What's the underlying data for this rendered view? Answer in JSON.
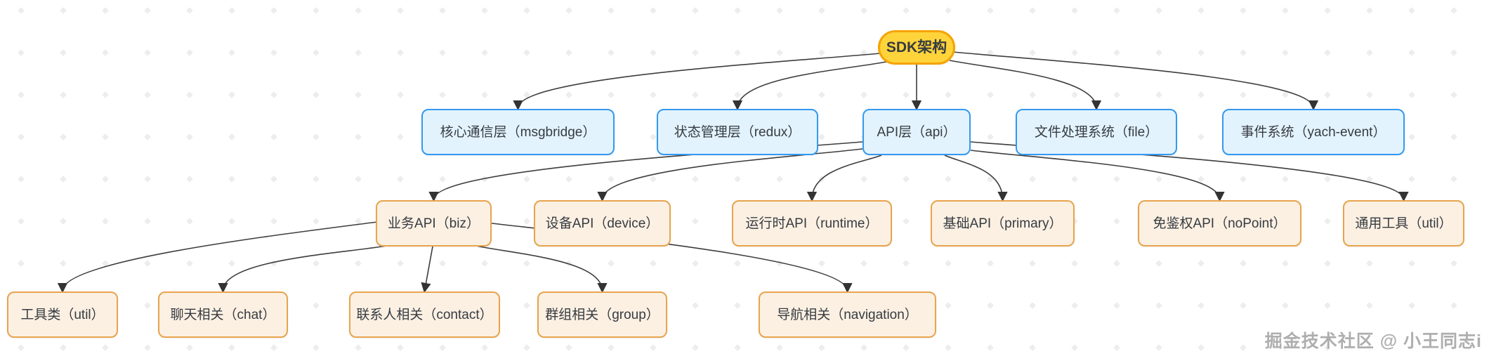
{
  "diagram": {
    "nodes": [
      {
        "id": "root",
        "label": "SDK架构",
        "level": 0
      },
      {
        "id": "msgbridge",
        "label": "核心通信层（msgbridge）",
        "level": 1
      },
      {
        "id": "redux",
        "label": "状态管理层（redux）",
        "level": 1
      },
      {
        "id": "api",
        "label": "API层（api）",
        "level": 1
      },
      {
        "id": "file",
        "label": "文件处理系统（file）",
        "level": 1
      },
      {
        "id": "yach-event",
        "label": "事件系统（yach-event）",
        "level": 1
      },
      {
        "id": "biz",
        "label": "业务API（biz）",
        "level": 2
      },
      {
        "id": "device",
        "label": "设备API（device）",
        "level": 2
      },
      {
        "id": "runtime",
        "label": "运行时API（runtime）",
        "level": 2
      },
      {
        "id": "primary",
        "label": "基础API（primary）",
        "level": 2
      },
      {
        "id": "noPoint",
        "label": "免鉴权API（noPoint）",
        "level": 2
      },
      {
        "id": "util-tools",
        "label": "通用工具（util）",
        "level": 2
      },
      {
        "id": "util-class",
        "label": "工具类（util）",
        "level": 3
      },
      {
        "id": "chat",
        "label": "聊天相关（chat）",
        "level": 3
      },
      {
        "id": "contact",
        "label": "联系人相关（contact）",
        "level": 3
      },
      {
        "id": "group",
        "label": "群组相关（group）",
        "level": 3
      },
      {
        "id": "navigation",
        "label": "导航相关（navigation）",
        "level": 3
      }
    ],
    "edges": [
      {
        "from": "root",
        "to": "msgbridge"
      },
      {
        "from": "root",
        "to": "redux"
      },
      {
        "from": "root",
        "to": "api"
      },
      {
        "from": "root",
        "to": "file"
      },
      {
        "from": "root",
        "to": "yach-event"
      },
      {
        "from": "api",
        "to": "biz"
      },
      {
        "from": "api",
        "to": "device"
      },
      {
        "from": "api",
        "to": "runtime"
      },
      {
        "from": "api",
        "to": "primary"
      },
      {
        "from": "api",
        "to": "noPoint"
      },
      {
        "from": "api",
        "to": "util-tools"
      },
      {
        "from": "biz",
        "to": "util-class"
      },
      {
        "from": "biz",
        "to": "chat"
      },
      {
        "from": "biz",
        "to": "contact"
      },
      {
        "from": "biz",
        "to": "group"
      },
      {
        "from": "biz",
        "to": "navigation"
      }
    ],
    "colors": {
      "root_fill": "#FFD43B",
      "root_border": "#F5A300",
      "branch_fill": "#E3F3FE",
      "branch_border": "#339AF0",
      "leaf_fill": "#FCF0E3",
      "leaf_border": "#E8A44D",
      "edge": "#3d3d3d",
      "arrowhead": "#333333",
      "text": "#363b40",
      "background_dot": "#ededed"
    }
  },
  "watermark": {
    "text": "掘金技术社区 @ 小王同志i"
  }
}
